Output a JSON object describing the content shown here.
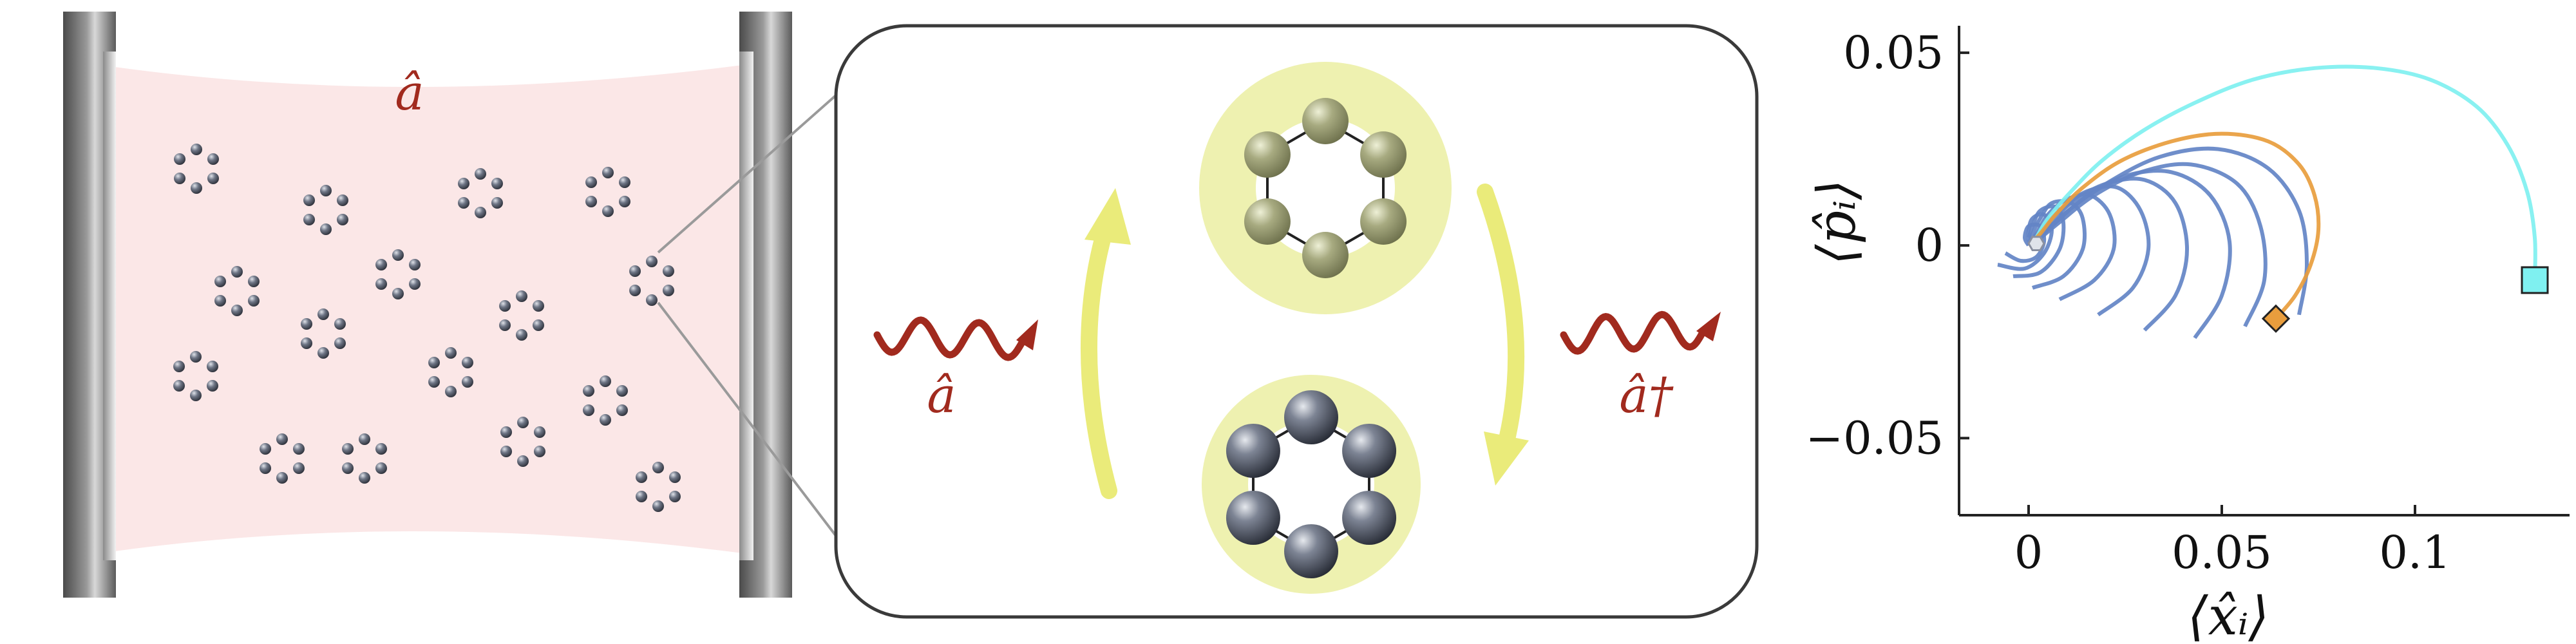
{
  "cavity": {
    "field_label": "â"
  },
  "process": {
    "absorb_label": "â",
    "emit_label": "â†",
    "colors": {
      "photon": "#a12a1e",
      "arrow": "#eaeb7a",
      "halo": "#eef1b0",
      "excited_atom": "#a3a77a",
      "ground_atom": "#5b6170"
    }
  },
  "chart_data": {
    "type": "line",
    "xlabel": "⟨x̂ᵢ⟩",
    "ylabel": "⟨p̂ᵢ⟩",
    "xlim": [
      -0.018,
      0.14
    ],
    "ylim": [
      -0.07,
      0.057
    ],
    "xticks": [
      {
        "value": 0,
        "label": "0"
      },
      {
        "value": 0.05,
        "label": "0.05"
      },
      {
        "value": 0.1,
        "label": "0.1"
      }
    ],
    "yticks": [
      {
        "value": 0.05,
        "label": "0.05"
      },
      {
        "value": 0,
        "label": "0"
      },
      {
        "value": -0.05,
        "label": "−0.05"
      }
    ],
    "series": [
      {
        "color": "#7ff0f0",
        "marker": "square",
        "start": [
          0.131,
          -0.009
        ],
        "points": [
          [
            0.131,
            -0.009
          ],
          [
            0.131,
            0.002
          ],
          [
            0.129,
            0.014
          ],
          [
            0.124,
            0.026
          ],
          [
            0.116,
            0.036
          ],
          [
            0.104,
            0.043
          ],
          [
            0.09,
            0.046
          ],
          [
            0.074,
            0.046
          ],
          [
            0.058,
            0.043
          ],
          [
            0.043,
            0.037
          ],
          [
            0.03,
            0.03
          ],
          [
            0.019,
            0.022
          ],
          [
            0.011,
            0.014
          ],
          [
            0.005,
            0.007
          ],
          [
            0.002,
            0.002
          ],
          [
            0.001,
            0
          ]
        ]
      },
      {
        "color": "#e89d3d",
        "marker": "diamond",
        "start": [
          0.064,
          -0.019
        ],
        "points": [
          [
            0.064,
            -0.019
          ],
          [
            0.069,
            -0.013
          ],
          [
            0.073,
            -0.005
          ],
          [
            0.075,
            0.004
          ],
          [
            0.074,
            0.013
          ],
          [
            0.07,
            0.021
          ],
          [
            0.062,
            0.027
          ],
          [
            0.05,
            0.029
          ],
          [
            0.037,
            0.027
          ],
          [
            0.024,
            0.022
          ],
          [
            0.014,
            0.015
          ],
          [
            0.007,
            0.008
          ],
          [
            0.003,
            0.003
          ],
          [
            0.001,
            0.001
          ]
        ]
      },
      {
        "color": "#6384c6",
        "points": [
          [
            0.07,
            -0.018
          ],
          [
            0.072,
            -0.005
          ],
          [
            0.07,
            0.009
          ],
          [
            0.062,
            0.02
          ],
          [
            0.049,
            0.025
          ],
          [
            0.034,
            0.023
          ],
          [
            0.02,
            0.016
          ],
          [
            0.009,
            0.008
          ],
          [
            0.003,
            0.002
          ],
          [
            0,
            0
          ]
        ]
      },
      {
        "color": "#6384c6",
        "points": [
          [
            0.056,
            -0.021
          ],
          [
            0.061,
            -0.009
          ],
          [
            0.06,
            0.005
          ],
          [
            0.054,
            0.016
          ],
          [
            0.042,
            0.021
          ],
          [
            0.029,
            0.019
          ],
          [
            0.017,
            0.013
          ],
          [
            0.008,
            0.006
          ],
          [
            0.002,
            0.001
          ]
        ]
      },
      {
        "color": "#6384c6",
        "points": [
          [
            0.043,
            -0.024
          ],
          [
            0.05,
            -0.013
          ],
          [
            0.052,
            0.001
          ],
          [
            0.047,
            0.013
          ],
          [
            0.037,
            0.019
          ],
          [
            0.025,
            0.018
          ],
          [
            0.014,
            0.012
          ],
          [
            0.006,
            0.005
          ],
          [
            0.001,
            0.001
          ]
        ]
      },
      {
        "color": "#6384c6",
        "points": [
          [
            0.03,
            -0.022
          ],
          [
            0.038,
            -0.013
          ],
          [
            0.041,
            -0.001
          ],
          [
            0.038,
            0.011
          ],
          [
            0.03,
            0.017
          ],
          [
            0.02,
            0.016
          ],
          [
            0.011,
            0.011
          ],
          [
            0.005,
            0.005
          ],
          [
            0.001,
            0.001
          ]
        ]
      },
      {
        "color": "#6384c6",
        "points": [
          [
            0.018,
            -0.018
          ],
          [
            0.027,
            -0.011
          ],
          [
            0.031,
            -0.001
          ],
          [
            0.029,
            0.009
          ],
          [
            0.023,
            0.015
          ],
          [
            0.015,
            0.014
          ],
          [
            0.008,
            0.009
          ],
          [
            0.003,
            0.004
          ],
          [
            0,
            0
          ]
        ]
      },
      {
        "color": "#6384c6",
        "points": [
          [
            0.008,
            -0.014
          ],
          [
            0.017,
            -0.009
          ],
          [
            0.022,
            -0.001
          ],
          [
            0.021,
            0.008
          ],
          [
            0.016,
            0.013
          ],
          [
            0.01,
            0.012
          ],
          [
            0.005,
            0.008
          ],
          [
            0.002,
            0.003
          ],
          [
            0,
            0
          ]
        ]
      },
      {
        "color": "#6384c6",
        "points": [
          [
            0.001,
            -0.011
          ],
          [
            0.009,
            -0.008
          ],
          [
            0.014,
            -0.001
          ],
          [
            0.014,
            0.007
          ],
          [
            0.011,
            0.011
          ],
          [
            0.006,
            0.011
          ],
          [
            0.003,
            0.007
          ],
          [
            0.001,
            0.003
          ],
          [
            0,
            0
          ]
        ]
      },
      {
        "color": "#6384c6",
        "points": [
          [
            -0.004,
            -0.008
          ],
          [
            0.003,
            -0.007
          ],
          [
            0.008,
            -0.001
          ],
          [
            0.009,
            0.006
          ],
          [
            0.007,
            0.01
          ],
          [
            0.003,
            0.009
          ],
          [
            0.001,
            0.005
          ],
          [
            0,
            0.002
          ]
        ]
      },
      {
        "color": "#6384c6",
        "points": [
          [
            -0.008,
            -0.005
          ],
          [
            -0.001,
            -0.006
          ],
          [
            0.004,
            -0.002
          ],
          [
            0.006,
            0.004
          ],
          [
            0.004,
            0.008
          ],
          [
            0.001,
            0.007
          ],
          [
            0,
            0.004
          ],
          [
            0,
            0.001
          ]
        ]
      },
      {
        "color": "#6384c6",
        "points": [
          [
            -0.006,
            -0.002
          ],
          [
            -0.002,
            -0.004
          ],
          [
            0.002,
            -0.003
          ],
          [
            0.004,
            0.001
          ],
          [
            0.003,
            0.005
          ],
          [
            0,
            0.005
          ],
          [
            -0.001,
            0.002
          ],
          [
            0,
            0
          ]
        ]
      }
    ]
  }
}
